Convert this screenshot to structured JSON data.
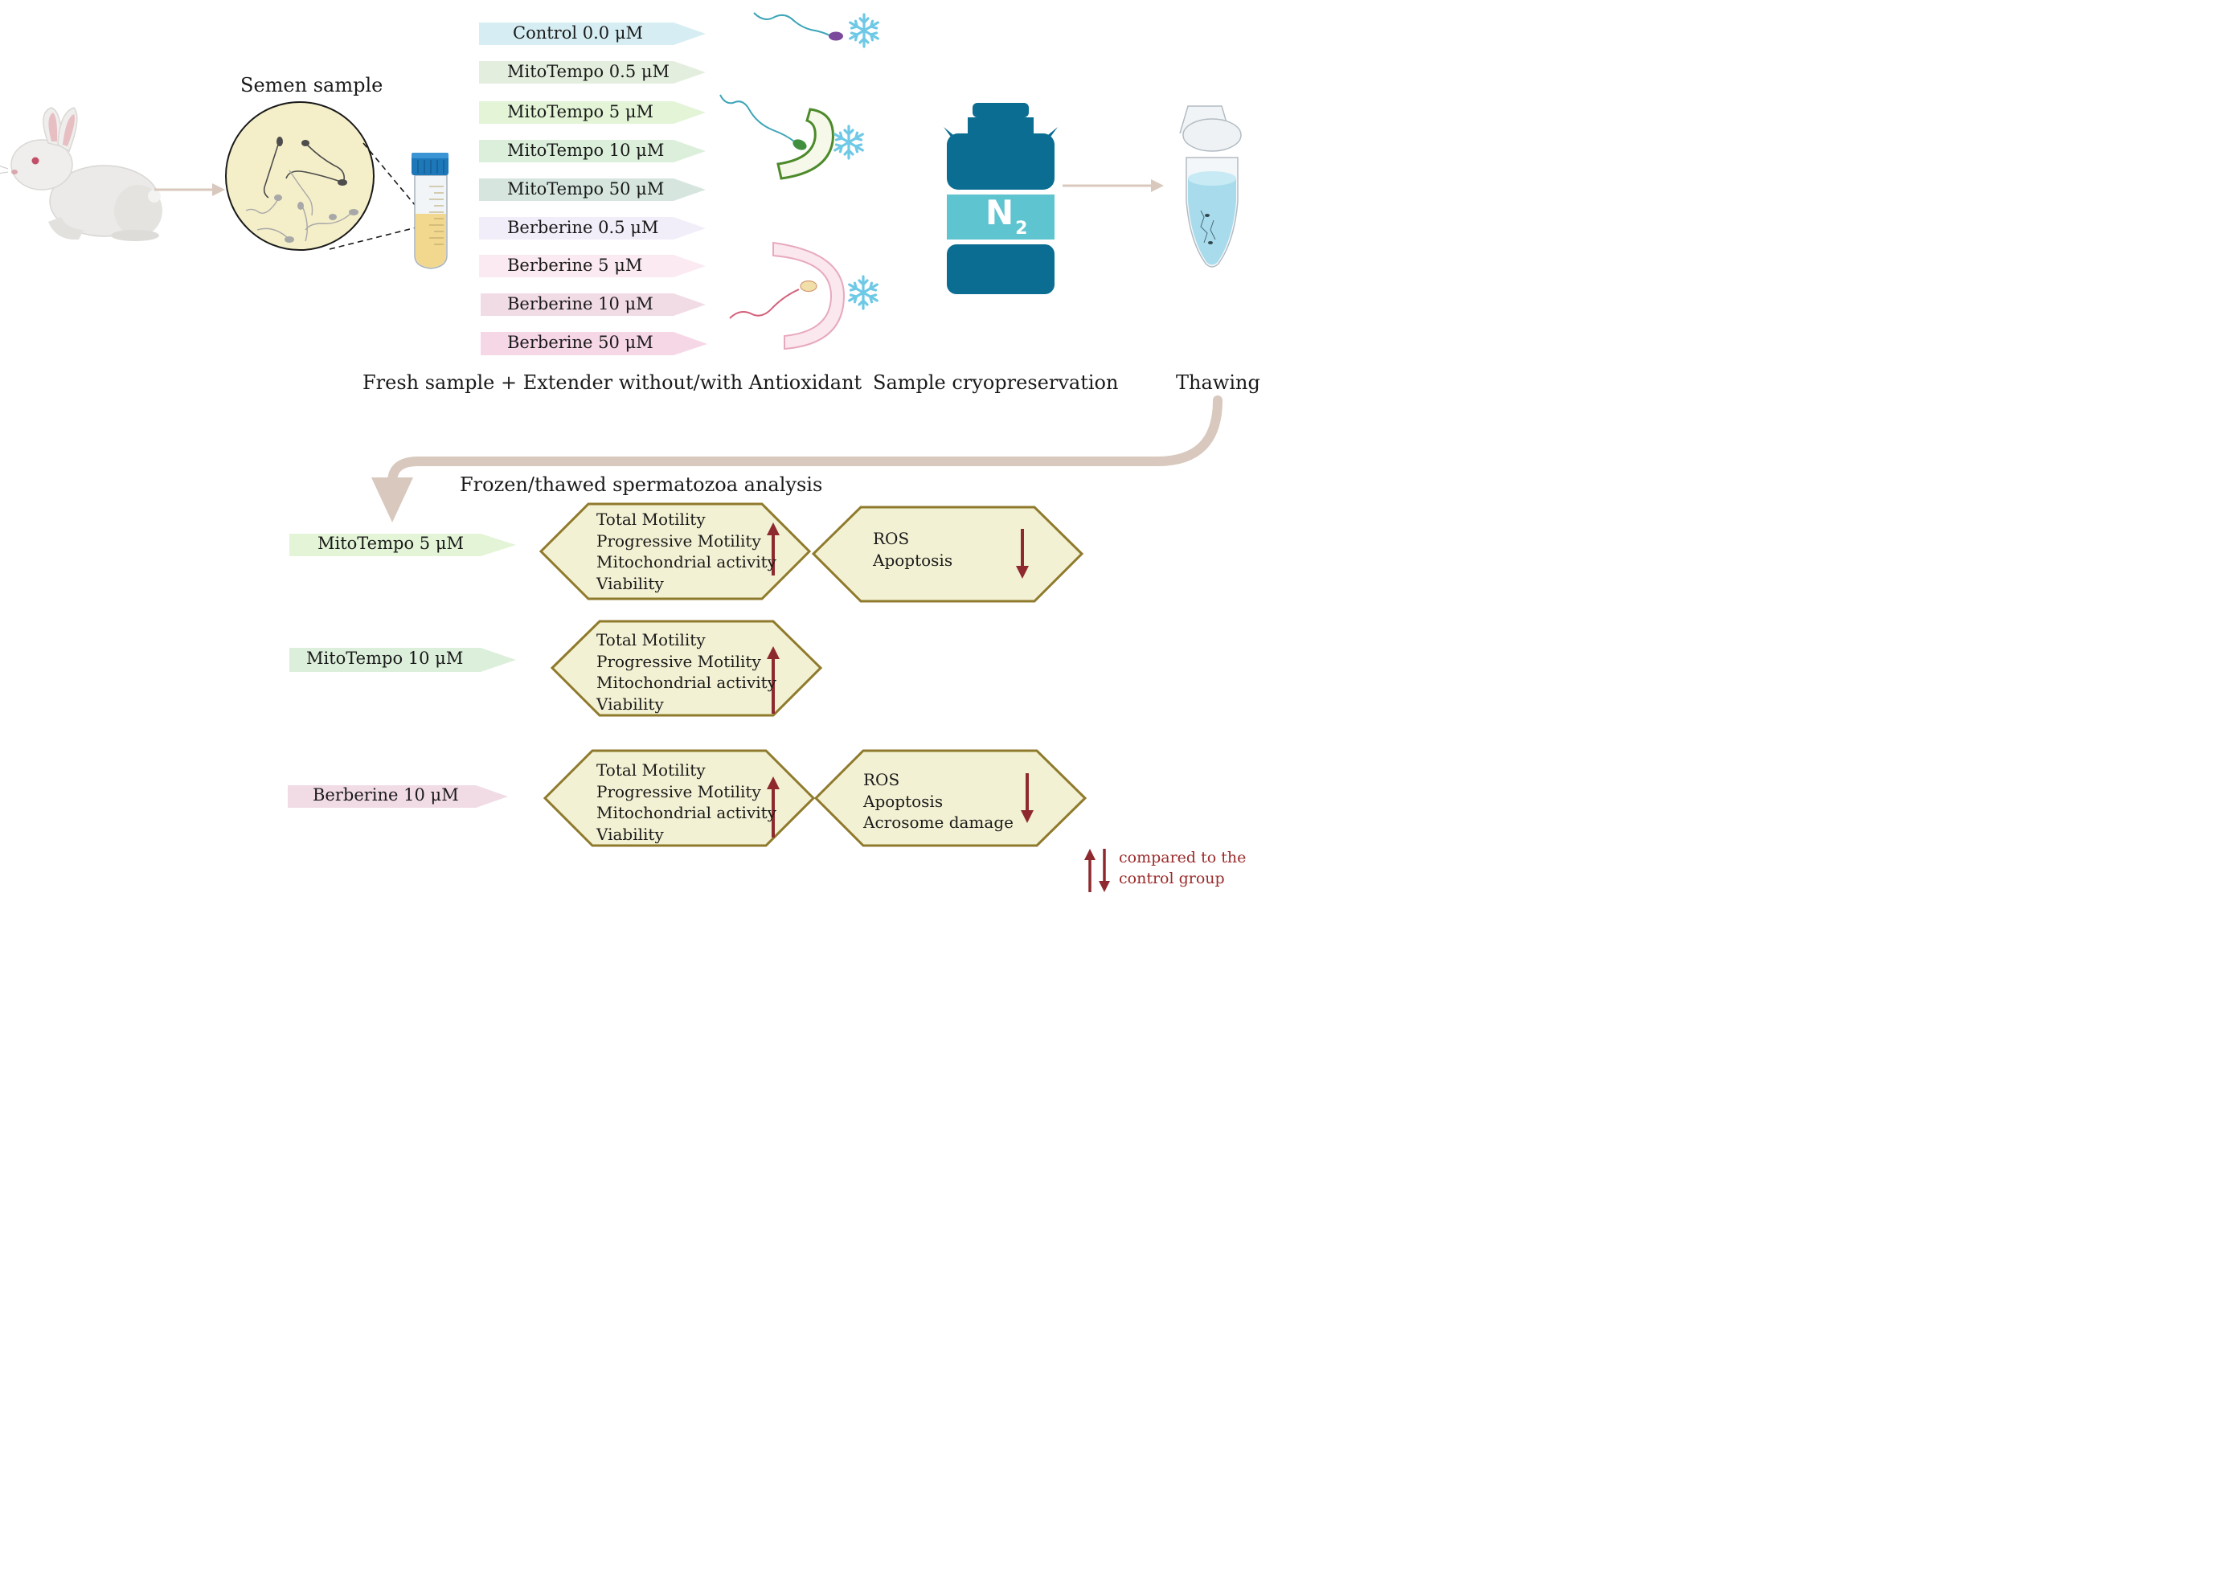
{
  "colors": {
    "up_down_arrow": "#8e2a2f",
    "hexagon_fill": "#f3f1d3",
    "hexagon_stroke": "#8f7a2c",
    "flow_arrow": "#d8c8bd",
    "nitrogen_tank": "#0a6d91",
    "nitrogen_band": "#5ec4cf",
    "snowflake": "#6ec9e6"
  },
  "header": {
    "semen_sample": "Semen sample",
    "fresh_sample": "Fresh sample + Extender without/with Antioxidant",
    "cryopreservation": "Sample cryopreservation",
    "thawing": "Thawing",
    "analysis": "Frozen/thawed spermatozoa analysis"
  },
  "tank": {
    "label": "N",
    "subscript": "2"
  },
  "treatments": [
    {
      "label": "Control 0.0 μM",
      "color": "#d6eef3"
    },
    {
      "label": "MitoTempo 0.5 μM",
      "color": "#e4eede"
    },
    {
      "label": "MitoTempo 5 μM",
      "color": "#e3f4d7"
    },
    {
      "label": "MitoTempo 10 μM",
      "color": "#dbefdb"
    },
    {
      "label": "MitoTempo 50 μM",
      "color": "#d6e6df"
    },
    {
      "label": "Berberine 0.5 μM",
      "color": "#f2eef9"
    },
    {
      "label": "Berberine 5 μM",
      "color": "#fbeaf1"
    },
    {
      "label": "Berberine 10 μM",
      "color": "#f1dce6"
    },
    {
      "label": "Berberine 50 μM",
      "color": "#f6d7e6"
    }
  ],
  "results": [
    {
      "treatment": "MitoTempo 5 μM",
      "color": "#e3f4d7",
      "increased": [
        "Total Motility",
        "Progressive Motility",
        "Mitochondrial activity",
        "Viability"
      ],
      "decreased": [
        "ROS",
        "Apoptosis"
      ]
    },
    {
      "treatment": "MitoTempo 10 μM",
      "color": "#dbefdb",
      "increased": [
        "Total Motility",
        "Progressive Motility",
        "Mitochondrial activity",
        "Viability"
      ],
      "decreased": []
    },
    {
      "treatment": "Berberine 10 μM",
      "color": "#f1dce6",
      "increased": [
        "Total Motility",
        "Progressive Motility",
        "Mitochondrial activity",
        "Viability"
      ],
      "decreased": [
        "ROS",
        "Apoptosis",
        "Acrosome damage"
      ]
    }
  ],
  "legend": {
    "line1": "compared to the",
    "line2": "control group"
  }
}
